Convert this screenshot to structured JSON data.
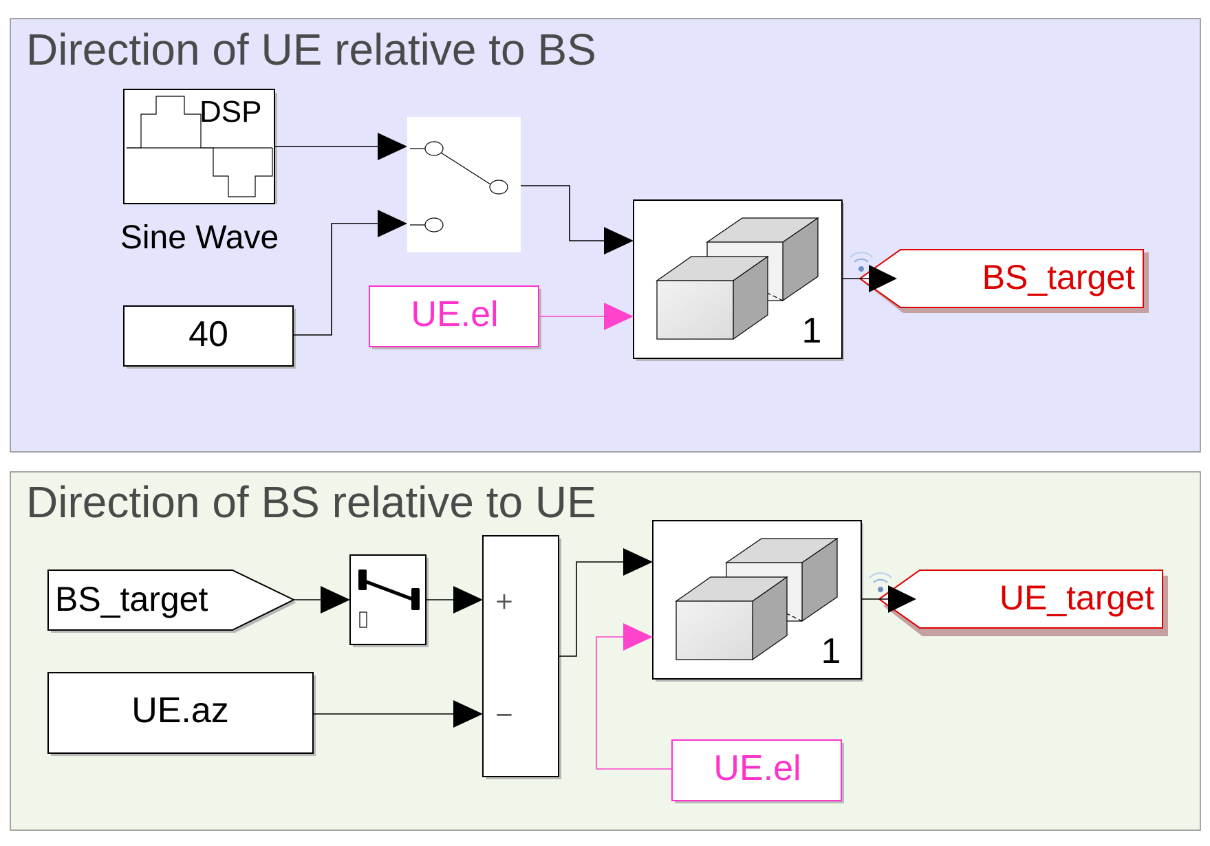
{
  "areas": {
    "top": {
      "title": "Direction of UE relative to BS",
      "fill": "#e4e4fc"
    },
    "bottom": {
      "title": "Direction of BS relative to UE",
      "fill": "#f1f6ea"
    }
  },
  "colors": {
    "goto_tag": "#dd0000",
    "from_tag": "#ff33cc",
    "wire": "#000000"
  },
  "top_blocks": {
    "sine_wave": {
      "mask_text": "DSP",
      "label": "Sine Wave"
    },
    "constant": {
      "value": "40"
    },
    "from_ue_el": {
      "tag": "UE.el"
    },
    "selector": {
      "value": "1"
    },
    "goto_bs_target": {
      "tag": "BS_target"
    }
  },
  "bottom_blocks": {
    "from_bs_target": {
      "tag": "BS_target"
    },
    "constant_ue_az": {
      "value": "UE.az"
    },
    "sum": {
      "plus": "+",
      "minus": "−"
    },
    "from_ue_el": {
      "tag": "UE.el"
    },
    "selector": {
      "value": "1"
    },
    "goto_ue_target": {
      "tag": "UE_target"
    }
  }
}
